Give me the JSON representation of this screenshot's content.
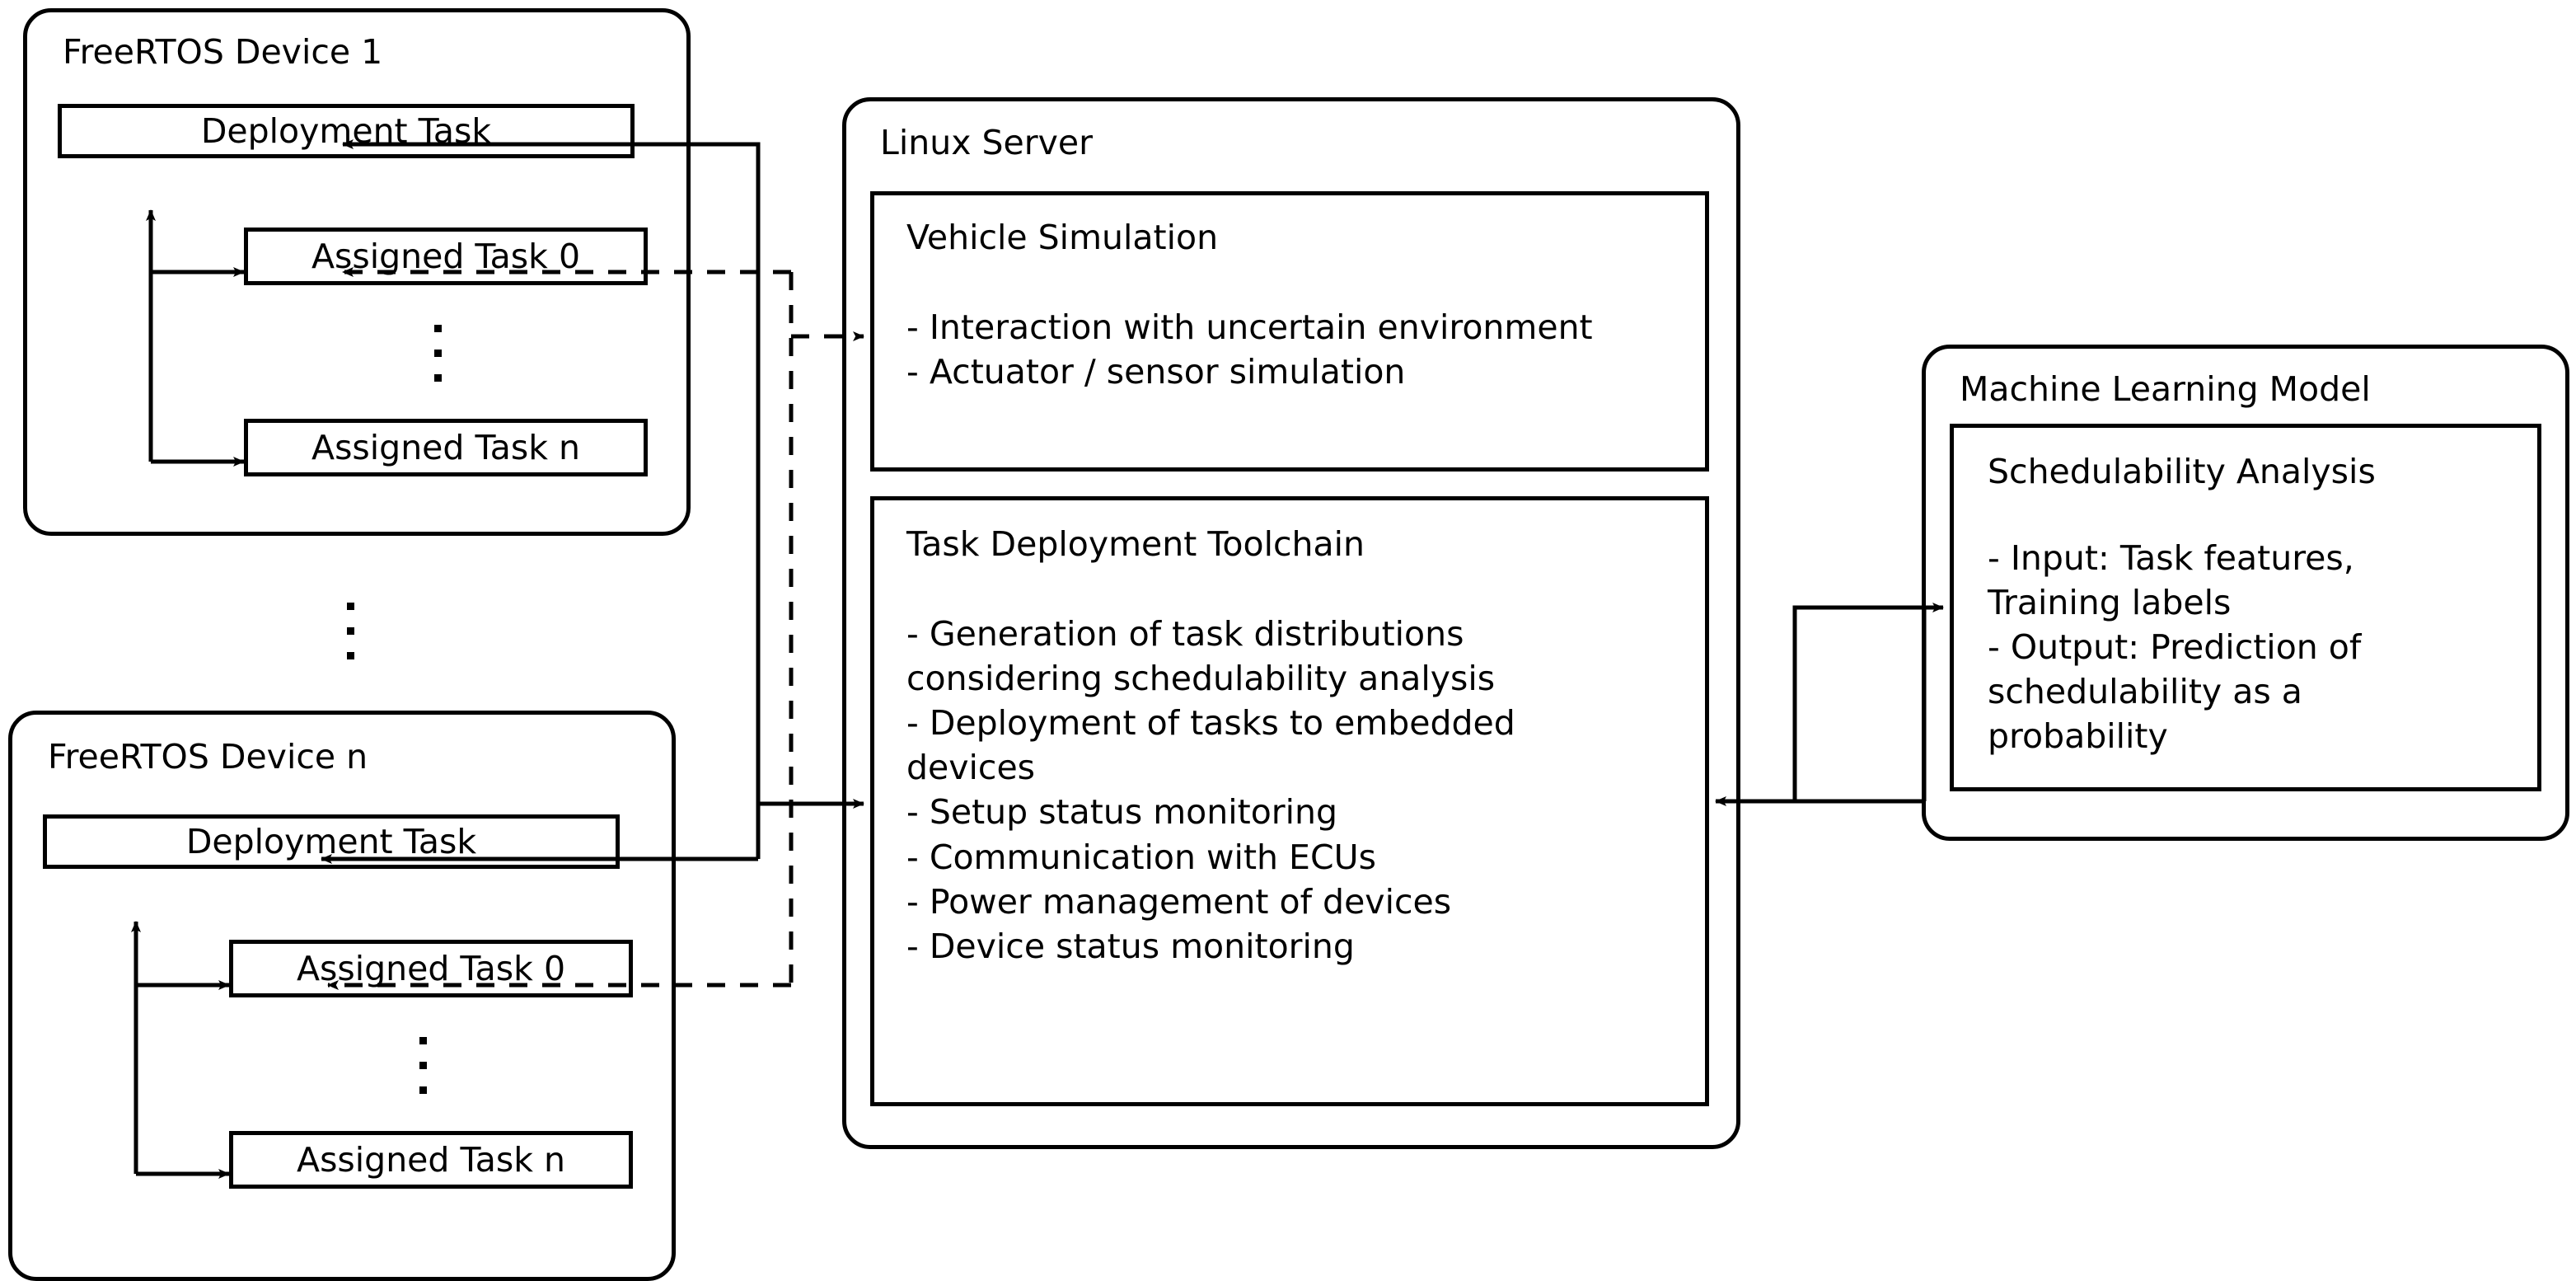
{
  "diagram": {
    "title": "Task deployment architecture",
    "colors": {
      "stroke": "#000000",
      "background": "#ffffff"
    },
    "devices": [
      {
        "id": "device-1",
        "label": "FreeRTOS Device 1",
        "deployment_task": "Deployment Task",
        "assigned_tasks": [
          "Assigned Task 0",
          "Assigned Task n"
        ],
        "ellipsis": "vertical-dots"
      },
      {
        "id": "device-n",
        "label": "FreeRTOS Device n",
        "deployment_task": "Deployment Task",
        "assigned_tasks": [
          "Assigned Task 0",
          "Assigned Task n"
        ],
        "ellipsis": "vertical-dots"
      }
    ],
    "device_group_ellipsis": "vertical-dots",
    "linux_server": {
      "label": "Linux Server",
      "modules": [
        {
          "id": "vehicle-simulation",
          "label": "Vehicle Simulation",
          "bullets": [
            "- Interaction with uncertain environment",
            "- Actuator / sensor simulation"
          ]
        },
        {
          "id": "task-deployment-toolchain",
          "label": "Task Deployment Toolchain",
          "bullets": [
            "- Generation of task distributions",
            "considering schedulability analysis",
            "- Deployment of tasks to embedded",
            "devices",
            "- Setup status monitoring",
            "- Communication with ECUs",
            "- Power management of devices",
            "- Device status monitoring"
          ]
        }
      ]
    },
    "ml_model": {
      "label": "Machine Learning Model",
      "module": {
        "id": "schedulability-analysis",
        "label": "Schedulability Analysis",
        "bullets": [
          "- Input: Task features,",
          "Training labels",
          "- Output: Prediction of",
          "schedulability as a",
          "probability"
        ]
      }
    },
    "connectors": [
      {
        "id": "toolchain-to-deployment-task-1",
        "style": "solid",
        "direction": "toolchain -> FreeRTOS Device 1 Deployment Task"
      },
      {
        "id": "toolchain-to-deployment-task-n",
        "style": "solid",
        "direction": "toolchain -> FreeRTOS Device n Deployment Task"
      },
      {
        "id": "deployment-to-toolchain",
        "style": "solid",
        "direction": "devices -> Task Deployment Toolchain"
      },
      {
        "id": "vehicle-sim-to-assigned-task-1",
        "style": "dashed",
        "direction": "Vehicle Simulation <-> Assigned Task 0 (Device 1)"
      },
      {
        "id": "vehicle-sim-to-assigned-task-n",
        "style": "dashed",
        "direction": "Vehicle Simulation <-> Assigned Task 0 (Device n)"
      },
      {
        "id": "toolchain-to-ml",
        "style": "solid",
        "direction": "Task Deployment Toolchain -> Schedulability Analysis"
      },
      {
        "id": "ml-to-toolchain",
        "style": "solid",
        "direction": "Machine Learning Model -> Task Deployment Toolchain"
      }
    ]
  }
}
